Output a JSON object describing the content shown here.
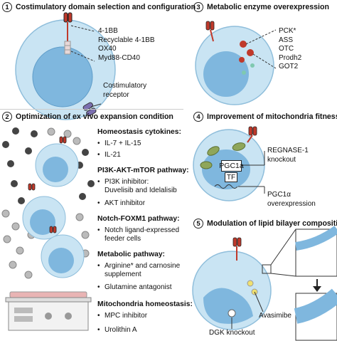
{
  "colors": {
    "cell_outer": "#c9e4f3",
    "cell_inner": "#7fb7de",
    "receptor": "#c0392b",
    "enzyme": "#c0392b",
    "mito": "#8fa65a"
  },
  "panel1": {
    "number": "1",
    "title": "Costimulatory domain selection and configuration",
    "domains": [
      "4-1BB",
      "Recyclable 4-1BB",
      "OX40",
      "Myd88-CD40"
    ],
    "receptor_label_line1": "Costimulatory",
    "receptor_label_line2": "receptor"
  },
  "panel2": {
    "number": "2",
    "title": "Optimization of ex vivo expansion condition",
    "sections": [
      {
        "title": "Homeostasis cytokines:",
        "items": [
          "IL-7 + IL-15",
          "IL-21"
        ]
      },
      {
        "title": "PI3K-AKT-mTOR pathway:",
        "items": [
          "PI3K inhibitor:",
          "Duvelisib and Idelalisib",
          "AKT inhibitor"
        ]
      },
      {
        "title": "Notch-FOXM1 pathway:",
        "items": [
          "Notch ligand-expressed",
          "feeder cells"
        ]
      },
      {
        "title": "Metabolic pathway:",
        "items": [
          "Arginine* and carnosine",
          "supplement",
          "Glutamine antagonist"
        ]
      },
      {
        "title": "Mitochondria homeostasis:",
        "items": [
          "MPC inhibitor",
          "Urolithin A"
        ]
      }
    ]
  },
  "panel3": {
    "number": "3",
    "title": "Metabolic enzyme overexpression",
    "enzymes": [
      "PCK*",
      "ASS",
      "OTC",
      "Prodh2",
      "GOT2"
    ]
  },
  "panel4": {
    "number": "4",
    "title": "Improvement of mitochondria fitness",
    "box1": "PGC1a",
    "box2": "TF",
    "label1_line1": "REGNASE-1",
    "label1_line2": "knockout",
    "label2_line1": "PGC1α",
    "label2_line2": "overexpression"
  },
  "panel5": {
    "number": "5",
    "title": "Modulation of lipid bilayer composition",
    "label_avasimibe": "Avasimibe",
    "label_dgk": "DGK knockout"
  }
}
